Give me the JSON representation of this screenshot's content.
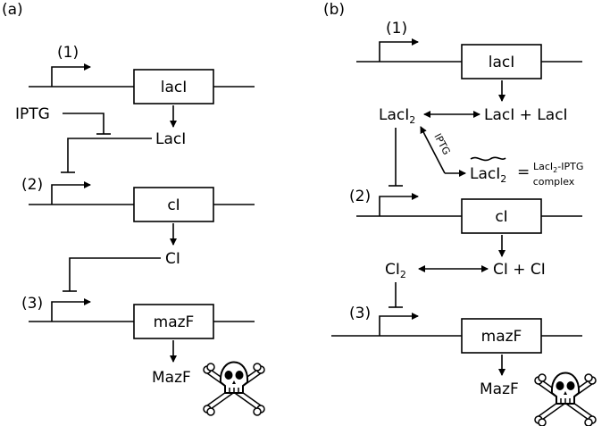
{
  "panel_a": {
    "label": "(a)",
    "promoters": [
      "(1)",
      "(2)",
      "(3)"
    ],
    "genes": [
      "lacI",
      "cI",
      "mazF"
    ],
    "proteins": [
      "LacI",
      "CI",
      "MazF"
    ],
    "inducer": "IPTG"
  },
  "panel_b": {
    "label": "(b)",
    "promoters": [
      "(1)",
      "(2)",
      "(3)"
    ],
    "genes": [
      "lacI",
      "cI",
      "mazF"
    ],
    "laci_dimer": {
      "base": "LacI",
      "sub": "2"
    },
    "laci_monomers": "LacI + LacI",
    "iptg": "IPTG",
    "laci_iptg_lhs": {
      "base": "LacI",
      "sub": "2"
    },
    "equals": "=",
    "complex_line1_base": "LacI",
    "complex_line1_sub": "2",
    "complex_line1_rest": "-IPTG",
    "complex_line2": "complex",
    "ci_dimer": {
      "base": "CI",
      "sub": "2"
    },
    "ci_monomers": "CI + CI",
    "product": "MazF"
  },
  "icons": {
    "skull": "skull-and-crossbones-icon"
  },
  "colors": {
    "ink": "#000000",
    "background": "#ffffff"
  }
}
